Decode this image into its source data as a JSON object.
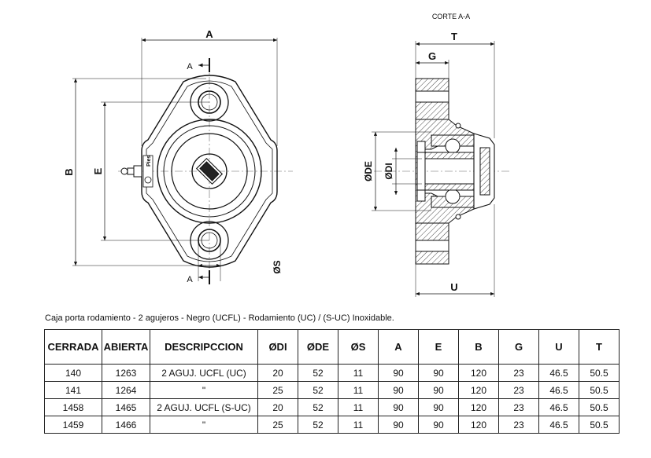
{
  "drawing": {
    "section_title": "CORTE A-A",
    "labels": {
      "A_dim": "A",
      "A_top": "A",
      "A_bottom": "A",
      "B": "B",
      "E": "E",
      "S": "ØS",
      "T": "T",
      "G": "G",
      "U": "U",
      "DE": "ØDE",
      "DI": "ØDI"
    },
    "brand_text": "Pies"
  },
  "caption": "Caja porta rodamiento - 2 agujeros - Negro (UCFL) - Rodamiento (UC) / (S-UC) Inoxidable.",
  "table": {
    "headers": [
      "CERRADA",
      "ABIERTA",
      "DESCRIPCCION",
      "ØDI",
      "ØDE",
      "ØS",
      "A",
      "E",
      "B",
      "G",
      "U",
      "T"
    ],
    "rows": [
      [
        "140",
        "1263",
        "2 AGUJ. UCFL (UC)",
        "20",
        "52",
        "11",
        "90",
        "90",
        "120",
        "23",
        "46.5",
        "50.5"
      ],
      [
        "141",
        "1264",
        "\"",
        "25",
        "52",
        "11",
        "90",
        "90",
        "120",
        "23",
        "46.5",
        "50.5"
      ],
      [
        "1458",
        "1465",
        "2 AGUJ. UCFL (S-UC)",
        "20",
        "52",
        "11",
        "90",
        "90",
        "120",
        "23",
        "46.5",
        "50.5"
      ],
      [
        "1459",
        "1466",
        "\"",
        "25",
        "52",
        "11",
        "90",
        "90",
        "120",
        "23",
        "46.5",
        "50.5"
      ]
    ]
  }
}
